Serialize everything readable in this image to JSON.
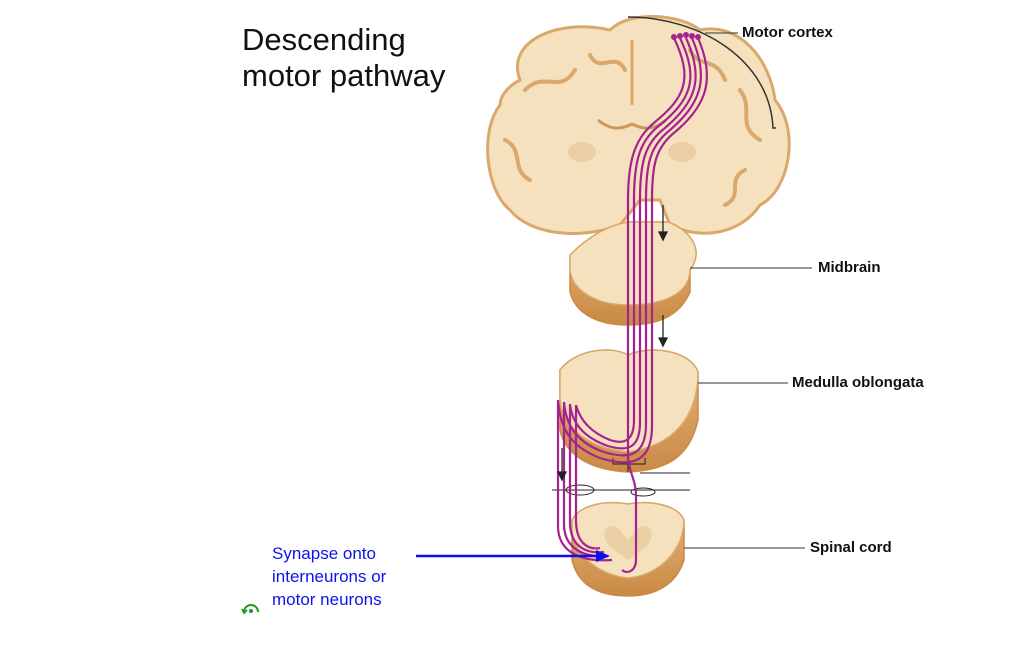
{
  "title": {
    "line1": "Descending",
    "line2": "motor pathway"
  },
  "labels": {
    "motor_cortex": "Motor cortex",
    "midbrain": "Midbrain",
    "medulla": "Medulla oblongata",
    "spinal_cord": "Spinal cord"
  },
  "annotation": {
    "line1": "Synapse onto",
    "line2": "interneurons or",
    "line3": "motor neurons"
  },
  "colors": {
    "tissue": "#f6e1bf",
    "tissue_edge": "#d9a86a",
    "tract": "#a6238f",
    "annotation": "#1010ee",
    "undo_icon": "#1a9a1a"
  },
  "icons": {
    "undo": "rotate-left-icon"
  }
}
